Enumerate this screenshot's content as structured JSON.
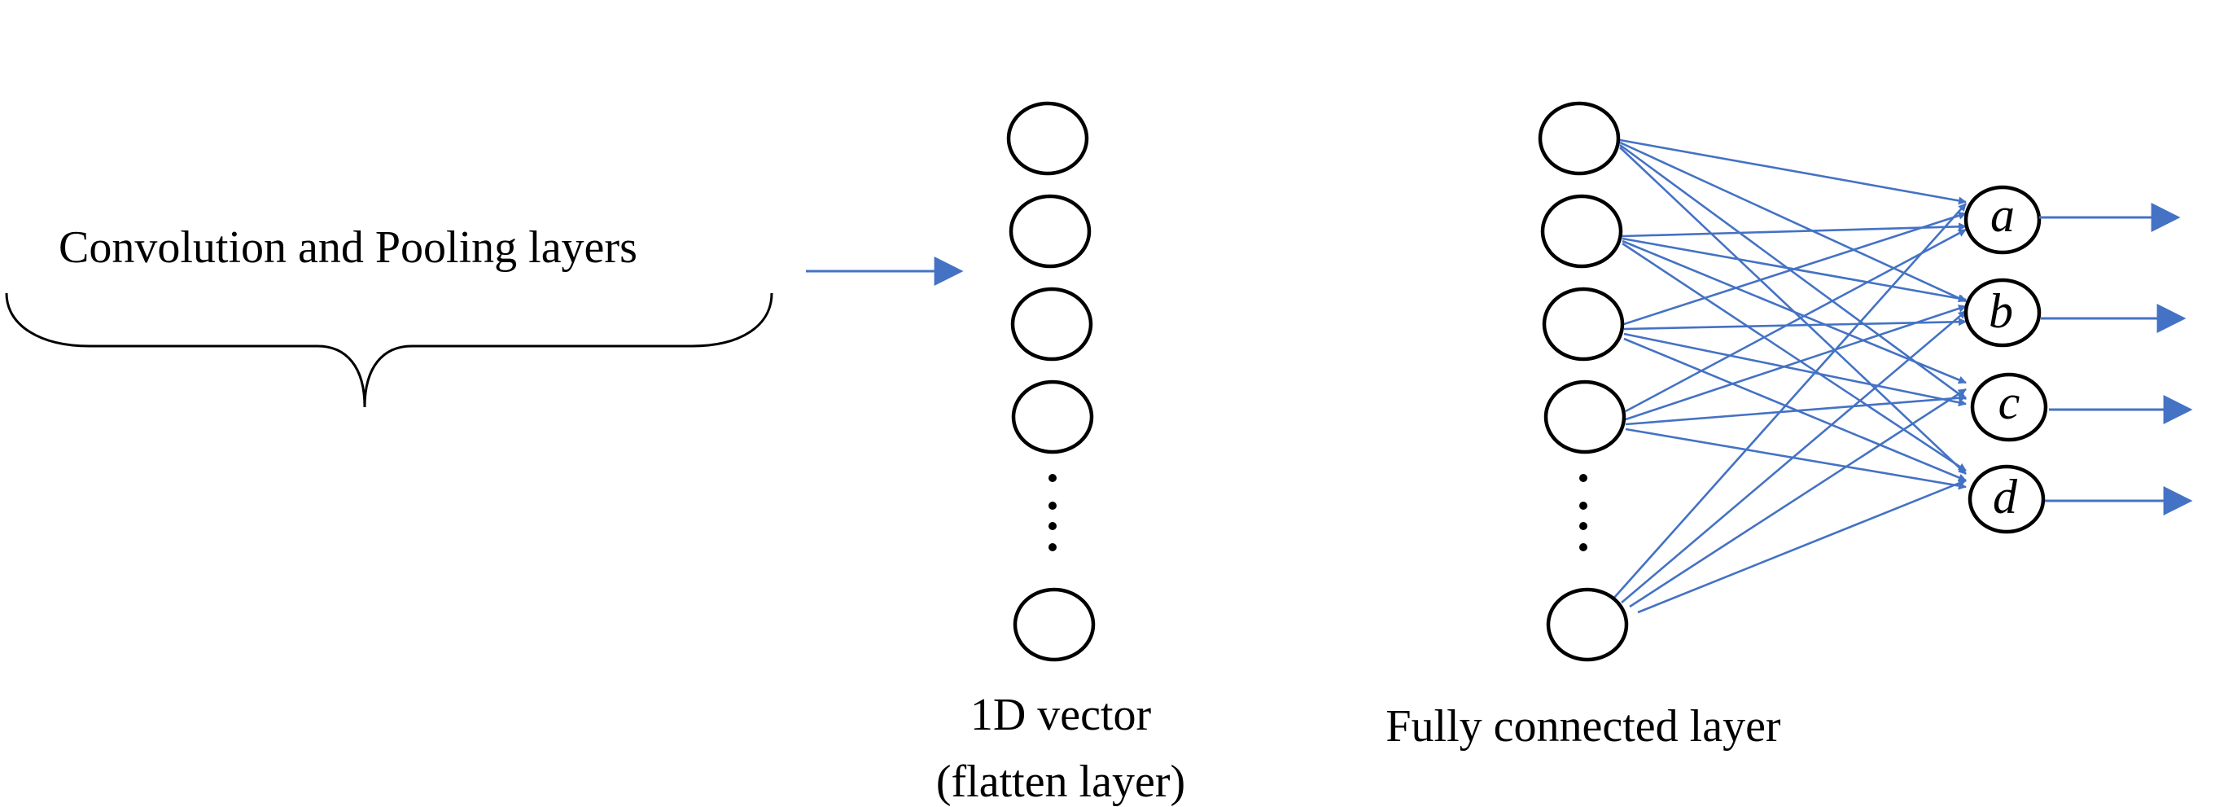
{
  "labels": {
    "conv_pool": "Convolution and Pooling layers",
    "flatten_line1": "1D vector",
    "flatten_line2": "(flatten layer)",
    "fully_connected": "Fully connected layer"
  },
  "output_nodes": [
    {
      "id": "a",
      "label": "a"
    },
    {
      "id": "b",
      "label": "b"
    },
    {
      "id": "c",
      "label": "c"
    },
    {
      "id": "d",
      "label": "d"
    }
  ],
  "colors": {
    "connection": "#4472c4",
    "node_stroke": "#000000",
    "text": "#000000"
  }
}
